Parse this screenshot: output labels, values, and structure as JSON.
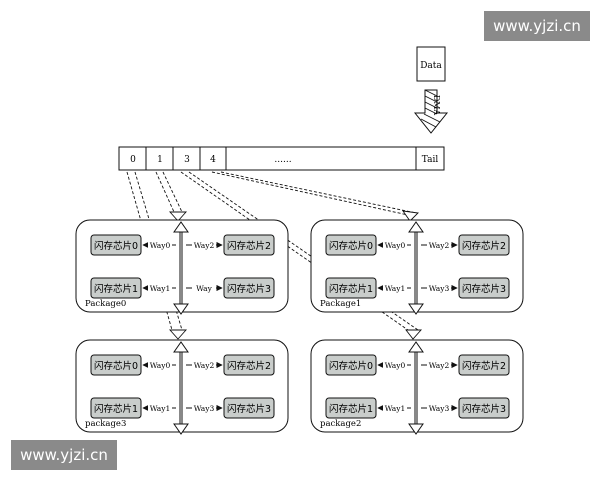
{
  "watermark": "www.yjzi.cn",
  "data_box": "Data",
  "dma_label": "DMA",
  "queue": {
    "slots": [
      "0",
      "1",
      "3",
      "4"
    ],
    "ellipsis": "......",
    "tail": "Tail"
  },
  "chip_labels": [
    "闪存芯片0",
    "闪存芯片1",
    "闪存芯片2",
    "闪存芯片3"
  ],
  "packages": [
    {
      "name": "Package0",
      "ways": [
        "Way0",
        "Way1",
        "Way2",
        "Way"
      ]
    },
    {
      "name": "Package1",
      "ways": [
        "Way0",
        "Way1",
        "Way2",
        "Way3"
      ]
    },
    {
      "name": "package3",
      "ways": [
        "Way0",
        "Way1",
        "Way2",
        "Way3"
      ]
    },
    {
      "name": "package2",
      "ways": [
        "Way0",
        "Way1",
        "Way2",
        "Way3"
      ]
    }
  ],
  "colors": {
    "chip_fill": "#c9cdcb",
    "line": "#111111",
    "watermark_bg": "#8a8a8a"
  }
}
